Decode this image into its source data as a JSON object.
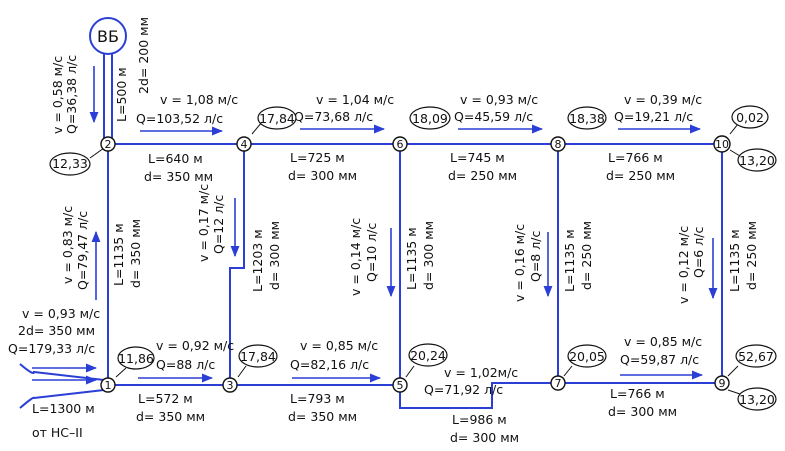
{
  "tower": {
    "label": "ВБ",
    "flow_v": "v = 0,58 м/с",
    "flow_q": "Q=36,38 л/с",
    "length": "L=500 м",
    "diameter": "2d= 200 мм"
  },
  "source": {
    "flow_v": "v = 0,93 м/с",
    "diameter": "2d= 350 мм",
    "flow_q": "Q=179,33 л/с",
    "length": "L=1300 м",
    "from": "от НС–II"
  },
  "nodes": [
    {
      "id": "1",
      "pressure": "11,86"
    },
    {
      "id": "2",
      "pressure": "12,33"
    },
    {
      "id": "3",
      "pressure": "17,84"
    },
    {
      "id": "4",
      "pressure": "17,84"
    },
    {
      "id": "5",
      "pressure": "20,24"
    },
    {
      "id": "6",
      "pressure": "18,09"
    },
    {
      "id": "7",
      "pressure": "20,05"
    },
    {
      "id": "8",
      "pressure": "18,38"
    },
    {
      "id": "9",
      "pressure": "52,67"
    },
    {
      "id": "10",
      "pressure": "0,02"
    }
  ],
  "extra_pressures": {
    "node9": "13,20",
    "node10": "13,20"
  },
  "segments": {
    "s2_4": {
      "v": "v = 1,08 м/с",
      "q": "Q=103,52 л/с",
      "L": "L=640 м",
      "d": "d= 350 мм"
    },
    "s4_6": {
      "v": "v = 1,04 м/с",
      "q": "Q=73,68 л/с",
      "L": "L=725 м",
      "d": "d= 300 мм"
    },
    "s6_8": {
      "v": "v = 0,93 м/с",
      "q": "Q=45,59 л/с",
      "L": "L=745 м",
      "d": "d= 250 мм"
    },
    "s8_10": {
      "v": "v = 0,39 м/с",
      "q": "Q=19,21 л/с",
      "L": "L=766 м",
      "d": "d= 250 мм"
    },
    "s1_3": {
      "v": "v = 0,92 м/с",
      "q": "Q=88 л/с",
      "L": "L=572 м",
      "d": "d= 350 мм"
    },
    "s3_5": {
      "v": "v = 0,85 м/с",
      "q": "Q=82,16 л/с",
      "L": "L=793 м",
      "d": "d= 350 мм"
    },
    "s5_7": {
      "v": "v = 1,02м/с",
      "q": "Q=71,92 л/с",
      "L": "L=986 м",
      "d": "d= 300 мм"
    },
    "s7_9": {
      "v": "v = 0,85 м/с",
      "q": "Q=59,87 л/с",
      "L": "L=766 м",
      "d": "d= 300 мм"
    },
    "s1_2": {
      "v": "v = 0,83 м/с",
      "q": "Q=79,47 л/с",
      "L": "L=1135 м",
      "d": "d= 350 мм"
    },
    "s4_3": {
      "v": "v = 0,17 м/с",
      "q": "Q=12 л/с",
      "L": "L=1203 м",
      "d": "d= 300 мм"
    },
    "s6_5": {
      "v": "v = 0,14 м/с",
      "q": "Q=10 л/с",
      "L": "L=1135 м",
      "d": "d= 300 мм"
    },
    "s8_7": {
      "v": "v = 0,16 м/с",
      "q": "Q=8 л/с",
      "L": "L=1135 м",
      "d": "d= 250 мм"
    },
    "s10_9": {
      "v": "v = 0,12 м/с",
      "q": "Q=6 л/с",
      "L": "L=1135 м",
      "d": "d= 250 мм"
    }
  }
}
